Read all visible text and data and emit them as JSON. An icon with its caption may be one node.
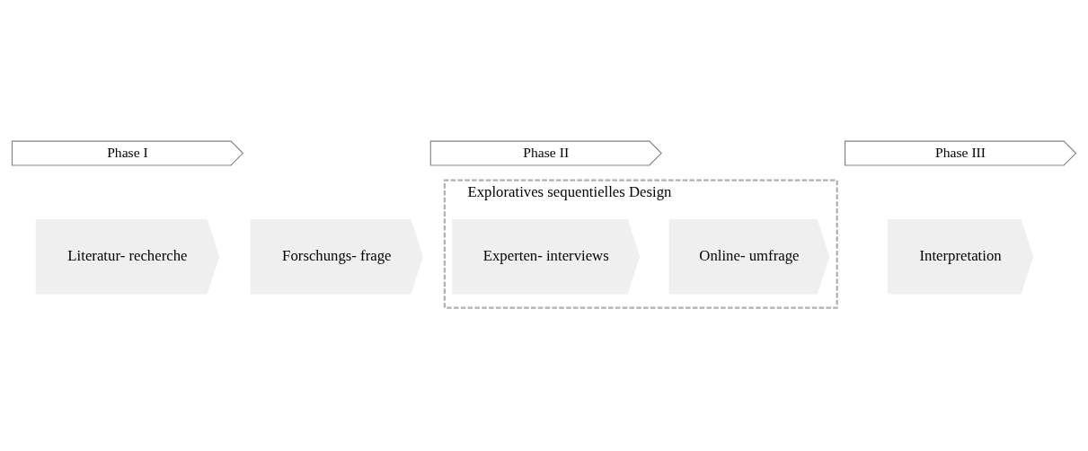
{
  "diagram": {
    "nodes": [
      {
        "text": [
          "Phase I"
        ]
      },
      {
        "text": [
          "Phase II"
        ]
      },
      {
        "text": [
          "Phase III"
        ]
      },
      {
        "text": [
          "Literatur- recherche"
        ]
      },
      {
        "text": [
          "Forschungs- frage"
        ]
      },
      {
        "text": [
          "Exploratives sequentielles Design"
        ]
      },
      {
        "text": [
          "Experten- interviews"
        ],
        "in": 5
      },
      {
        "text": [
          "Online- umfrage"
        ],
        "in": 5
      },
      {
        "text": [
          "Interpretation"
        ]
      }
    ]
  }
}
